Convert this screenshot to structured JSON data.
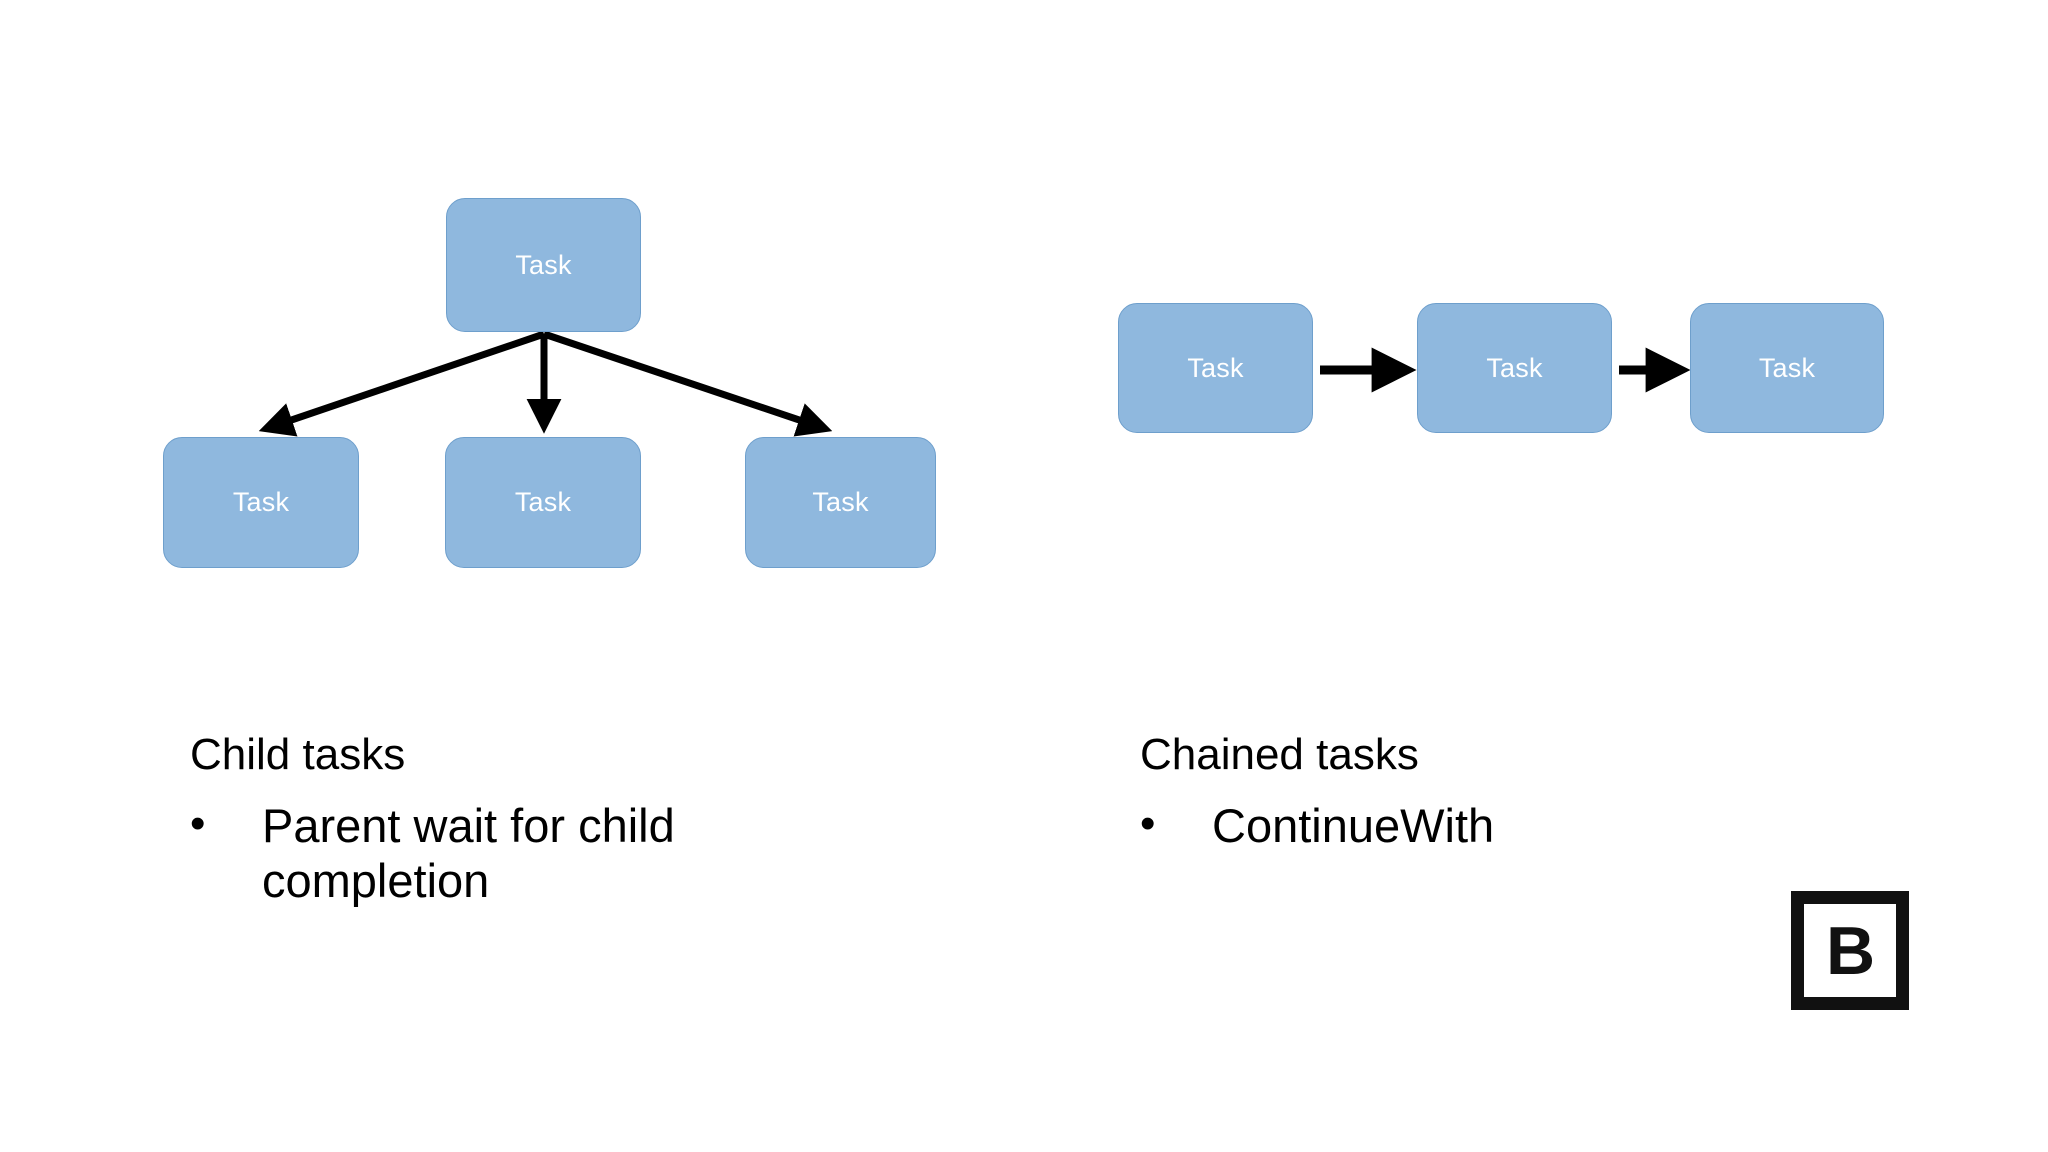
{
  "slide": {
    "background_color": "#ffffff",
    "box_fill_color": "#8FB8DE",
    "box_border_color": "#6E9FCC",
    "box_text_color": "#ffffff",
    "arrow_color": "#000000",
    "text_color": "#000000"
  },
  "diagram_left": {
    "name": "child-tasks-tree",
    "parent": {
      "label": "Task"
    },
    "children": [
      {
        "label": "Task"
      },
      {
        "label": "Task"
      },
      {
        "label": "Task"
      }
    ]
  },
  "diagram_right": {
    "name": "chained-tasks-flow",
    "nodes": [
      {
        "label": "Task"
      },
      {
        "label": "Task"
      },
      {
        "label": "Task"
      }
    ]
  },
  "text_left": {
    "heading": "Child tasks",
    "bullet_marker": "•",
    "bullet_text": "Parent wait for child completion"
  },
  "text_right": {
    "heading": "Chained tasks",
    "bullet_marker": "•",
    "bullet_text": "ContinueWith"
  },
  "logo": {
    "letter": "B"
  }
}
